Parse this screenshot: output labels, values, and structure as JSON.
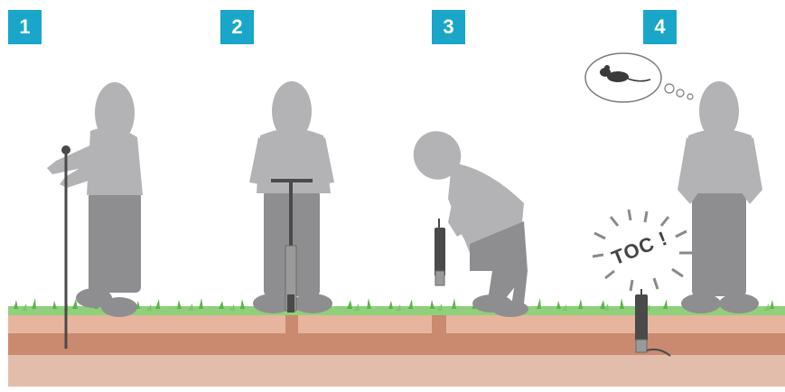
{
  "steps": [
    "1",
    "2",
    "3",
    "4"
  ],
  "sound_effect": "TOC !",
  "thought_subject_icon": "mouse-icon",
  "colors": {
    "badge": "#1aa6c9",
    "figure_light": "#b3b3b5",
    "figure_dark": "#8e8e90",
    "grass": "#6cbf5a",
    "soil_top": "#e6b49c",
    "soil_mid": "#c8876d",
    "soil_deep": "#e2bcaa",
    "tool": "#4a4a4a"
  }
}
